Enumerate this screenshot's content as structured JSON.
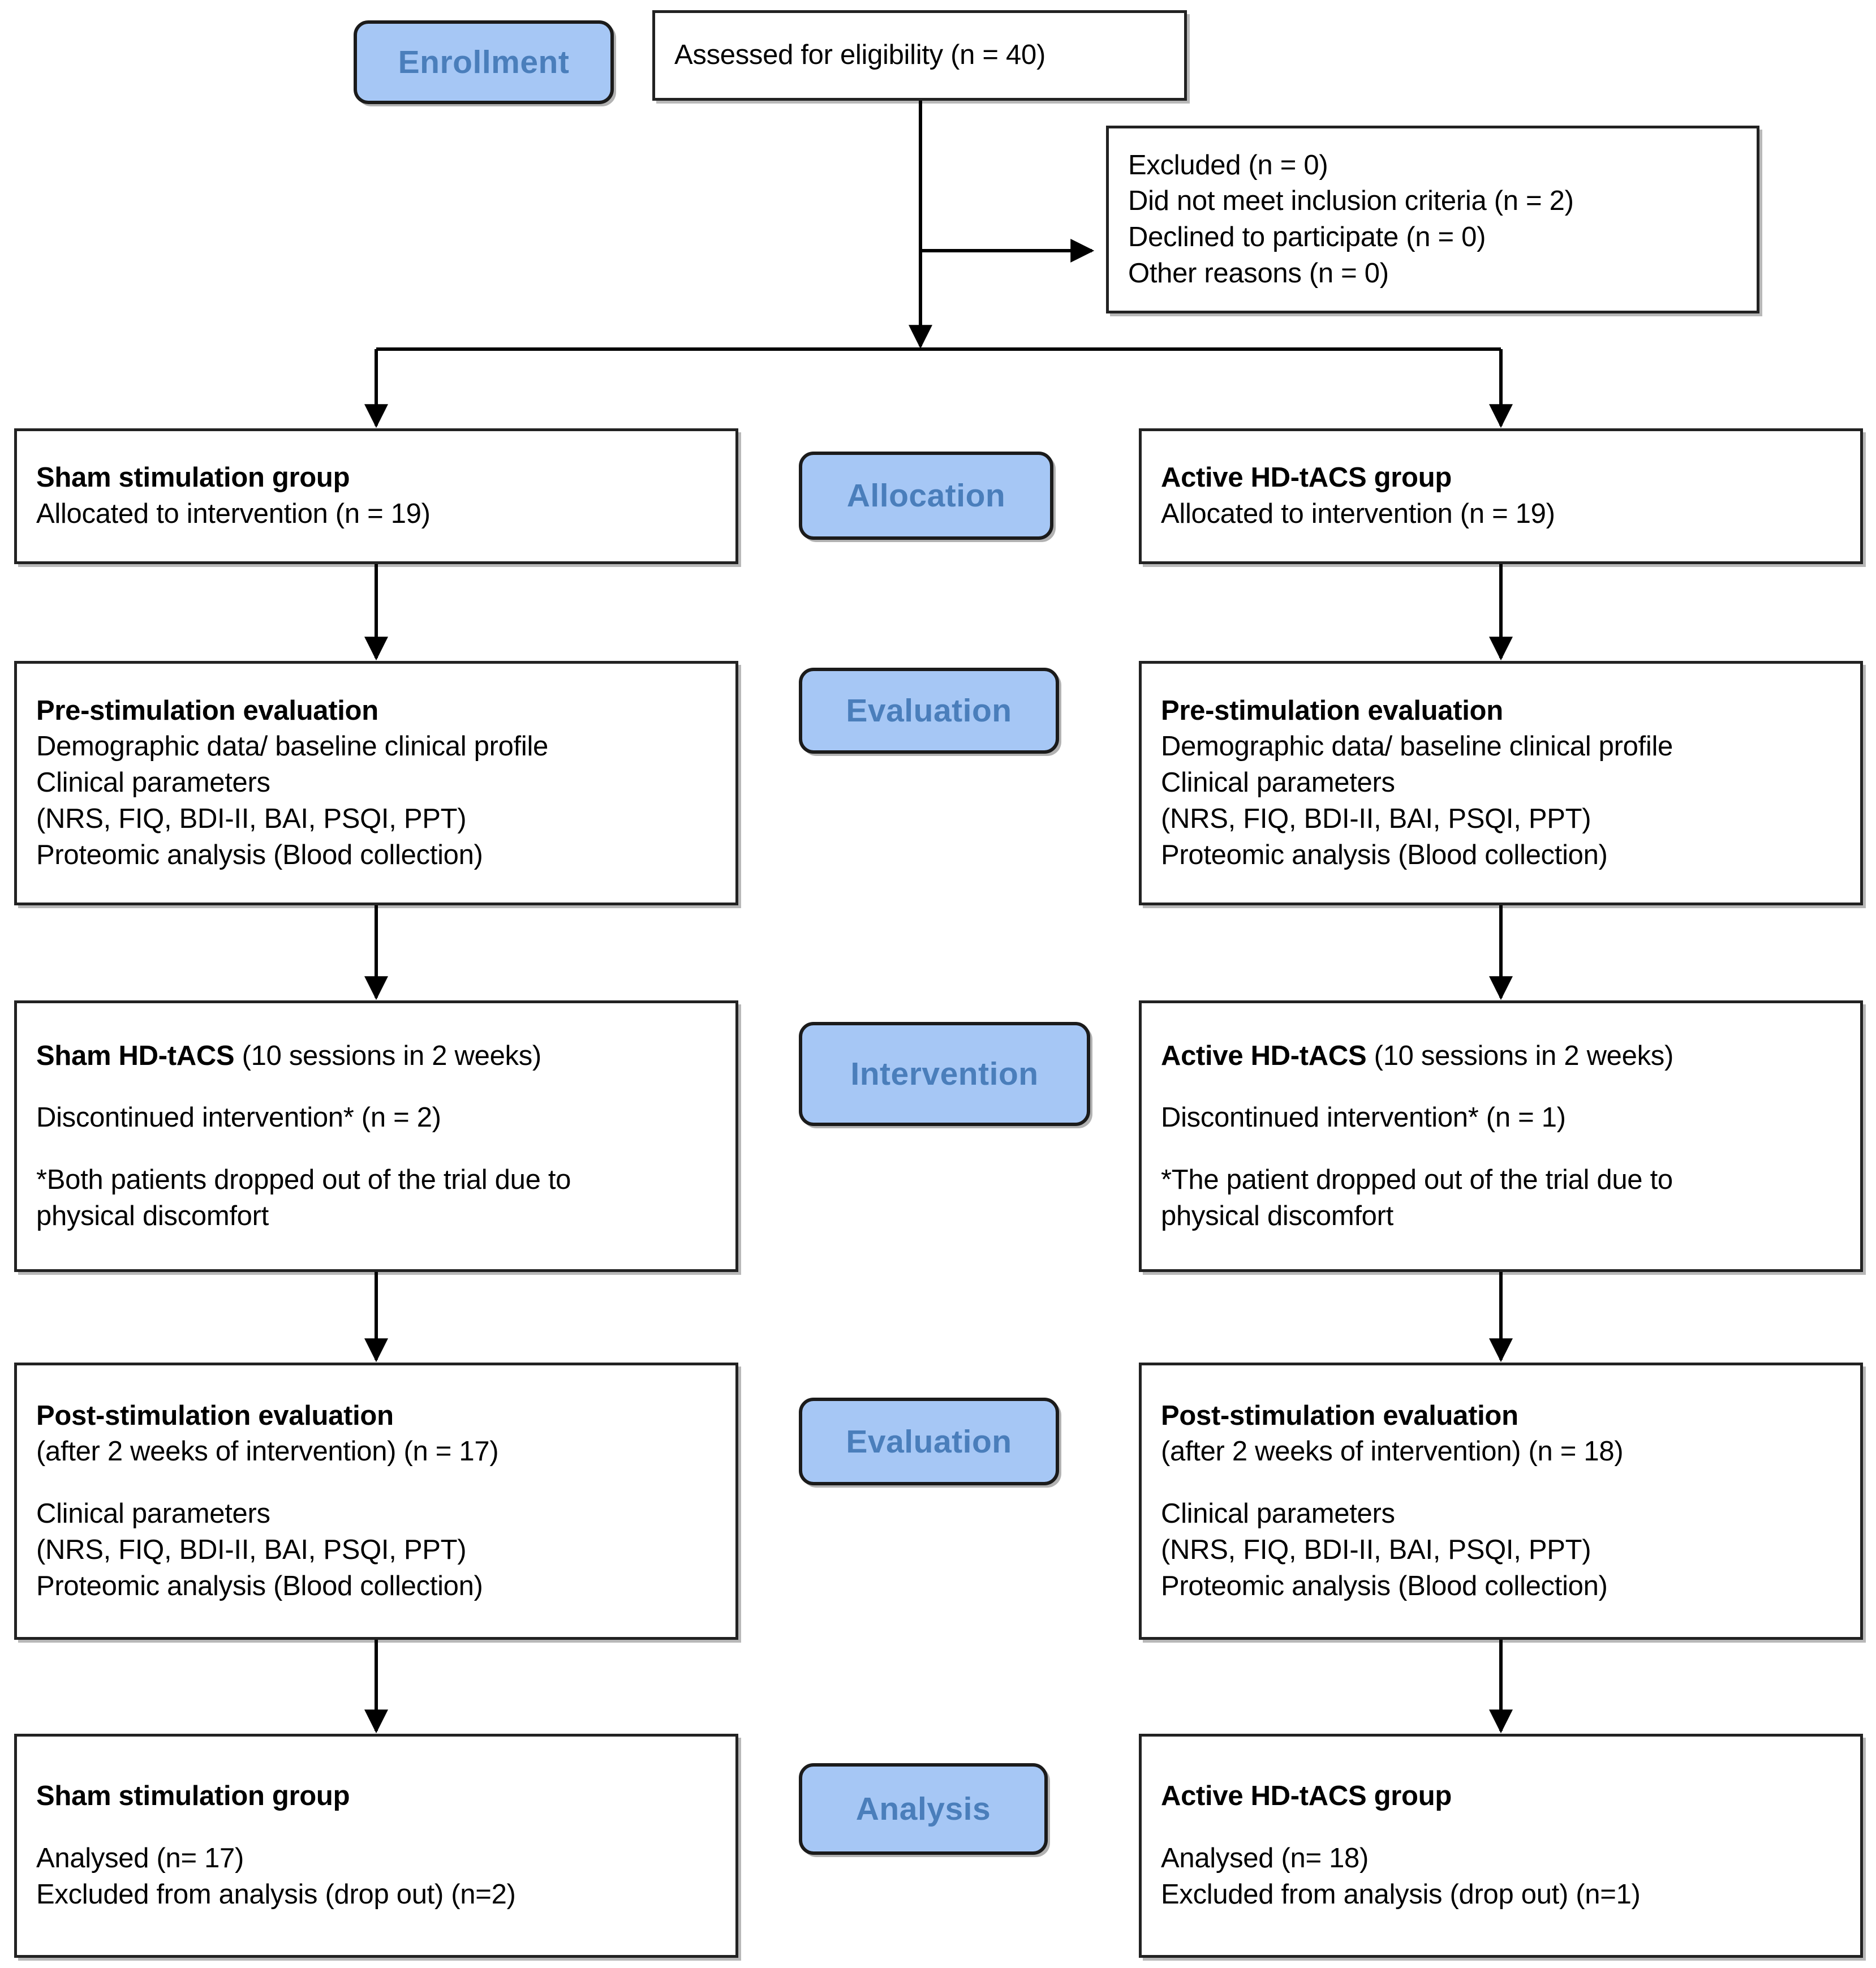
{
  "diagram": {
    "title": "CONSORT participant flow diagram",
    "accent_color": "#a6c7f5",
    "badge_text_color": "#4a7ebb",
    "border_color": "#222222"
  },
  "badges": {
    "enrollment": "Enrollment",
    "allocation": "Allocation",
    "evaluation_pre": "Evaluation",
    "intervention": "Intervention",
    "evaluation_post": "Evaluation",
    "analysis": "Analysis"
  },
  "nodes": {
    "eligibility": {
      "lines": [
        {
          "text": "Assessed for eligibility (n = 40)",
          "bold": false
        }
      ]
    },
    "excluded": {
      "lines": [
        {
          "text": "Excluded (n = 0)",
          "bold": false
        },
        {
          "text": "Did not meet inclusion criteria (n = 2)",
          "bold": false
        },
        {
          "text": "Declined to participate (n = 0)",
          "bold": false
        },
        {
          "text": "Other reasons (n = 0)",
          "bold": false
        }
      ]
    },
    "allocation_sham": {
      "lines": [
        {
          "text": "Sham stimulation group",
          "bold": true
        },
        {
          "text": "Allocated to intervention (n = 19)",
          "bold": false
        }
      ]
    },
    "allocation_active": {
      "lines": [
        {
          "text": "Active HD-tACS group",
          "bold": true
        },
        {
          "text": "Allocated to intervention (n = 19)",
          "bold": false
        }
      ]
    },
    "pre_eval_sham": {
      "lines": [
        {
          "text": "Pre-stimulation evaluation",
          "bold": true
        },
        {
          "text": "Demographic data/ baseline clinical profile",
          "bold": false
        },
        {
          "text": "Clinical parameters",
          "bold": false
        },
        {
          "text": "(NRS, FIQ, BDI-II, BAI, PSQI, PPT)",
          "bold": false
        },
        {
          "text": "Proteomic analysis (Blood collection)",
          "bold": false
        }
      ]
    },
    "pre_eval_active": {
      "lines": [
        {
          "text": "Pre-stimulation evaluation",
          "bold": true
        },
        {
          "text": "Demographic data/ baseline clinical profile",
          "bold": false
        },
        {
          "text": "Clinical parameters",
          "bold": false
        },
        {
          "text": "(NRS, FIQ, BDI-II, BAI, PSQI, PPT)",
          "bold": false
        },
        {
          "text": "Proteomic analysis (Blood collection)",
          "bold": false
        }
      ]
    },
    "intervention_sham": {
      "lines": [
        {
          "text": "Sham HD-tACS",
          "bold": true,
          "tail": " (10 sessions in 2 weeks)"
        },
        {
          "text": "",
          "gap": true
        },
        {
          "text": "Discontinued intervention* (n = 2)",
          "bold": false
        },
        {
          "text": "",
          "gap": true
        },
        {
          "text": "*Both patients dropped out of the trial due to",
          "bold": false
        },
        {
          "text": "physical discomfort",
          "bold": false
        }
      ]
    },
    "intervention_active": {
      "lines": [
        {
          "text": "Active HD-tACS",
          "bold": true,
          "tail": " (10 sessions in 2 weeks)"
        },
        {
          "text": "",
          "gap": true
        },
        {
          "text": "Discontinued intervention* (n = 1)",
          "bold": false
        },
        {
          "text": "",
          "gap": true
        },
        {
          "text": "*The patient dropped out of the trial due to",
          "bold": false
        },
        {
          "text": "physical discomfort",
          "bold": false
        }
      ]
    },
    "post_eval_sham": {
      "lines": [
        {
          "text": "Post-stimulation evaluation",
          "bold": true
        },
        {
          "text": "(after 2 weeks of intervention) (n = 17)",
          "bold": false
        },
        {
          "text": "",
          "gap": true
        },
        {
          "text": "Clinical parameters",
          "bold": false
        },
        {
          "text": "(NRS, FIQ, BDI-II, BAI, PSQI, PPT)",
          "bold": false
        },
        {
          "text": "Proteomic analysis (Blood collection)",
          "bold": false
        }
      ]
    },
    "post_eval_active": {
      "lines": [
        {
          "text": "Post-stimulation evaluation",
          "bold": true
        },
        {
          "text": "(after 2 weeks of intervention) (n = 18)",
          "bold": false
        },
        {
          "text": "",
          "gap": true
        },
        {
          "text": "Clinical parameters",
          "bold": false
        },
        {
          "text": "(NRS, FIQ, BDI-II, BAI, PSQI, PPT)",
          "bold": false
        },
        {
          "text": "Proteomic analysis (Blood collection)",
          "bold": false
        }
      ]
    },
    "analysis_sham": {
      "lines": [
        {
          "text": "Sham stimulation group",
          "bold": true
        },
        {
          "text": "",
          "gap": true
        },
        {
          "text": "Analysed (n= 17)",
          "bold": false
        },
        {
          "text": "Excluded from analysis (drop out) (n=2)",
          "bold": false
        }
      ]
    },
    "analysis_active": {
      "lines": [
        {
          "text": "Active HD-tACS group",
          "bold": true
        },
        {
          "text": "",
          "gap": true
        },
        {
          "text": "Analysed (n= 18)",
          "bold": false
        },
        {
          "text": "Excluded from analysis (drop out) (n=1)",
          "bold": false
        }
      ]
    }
  }
}
